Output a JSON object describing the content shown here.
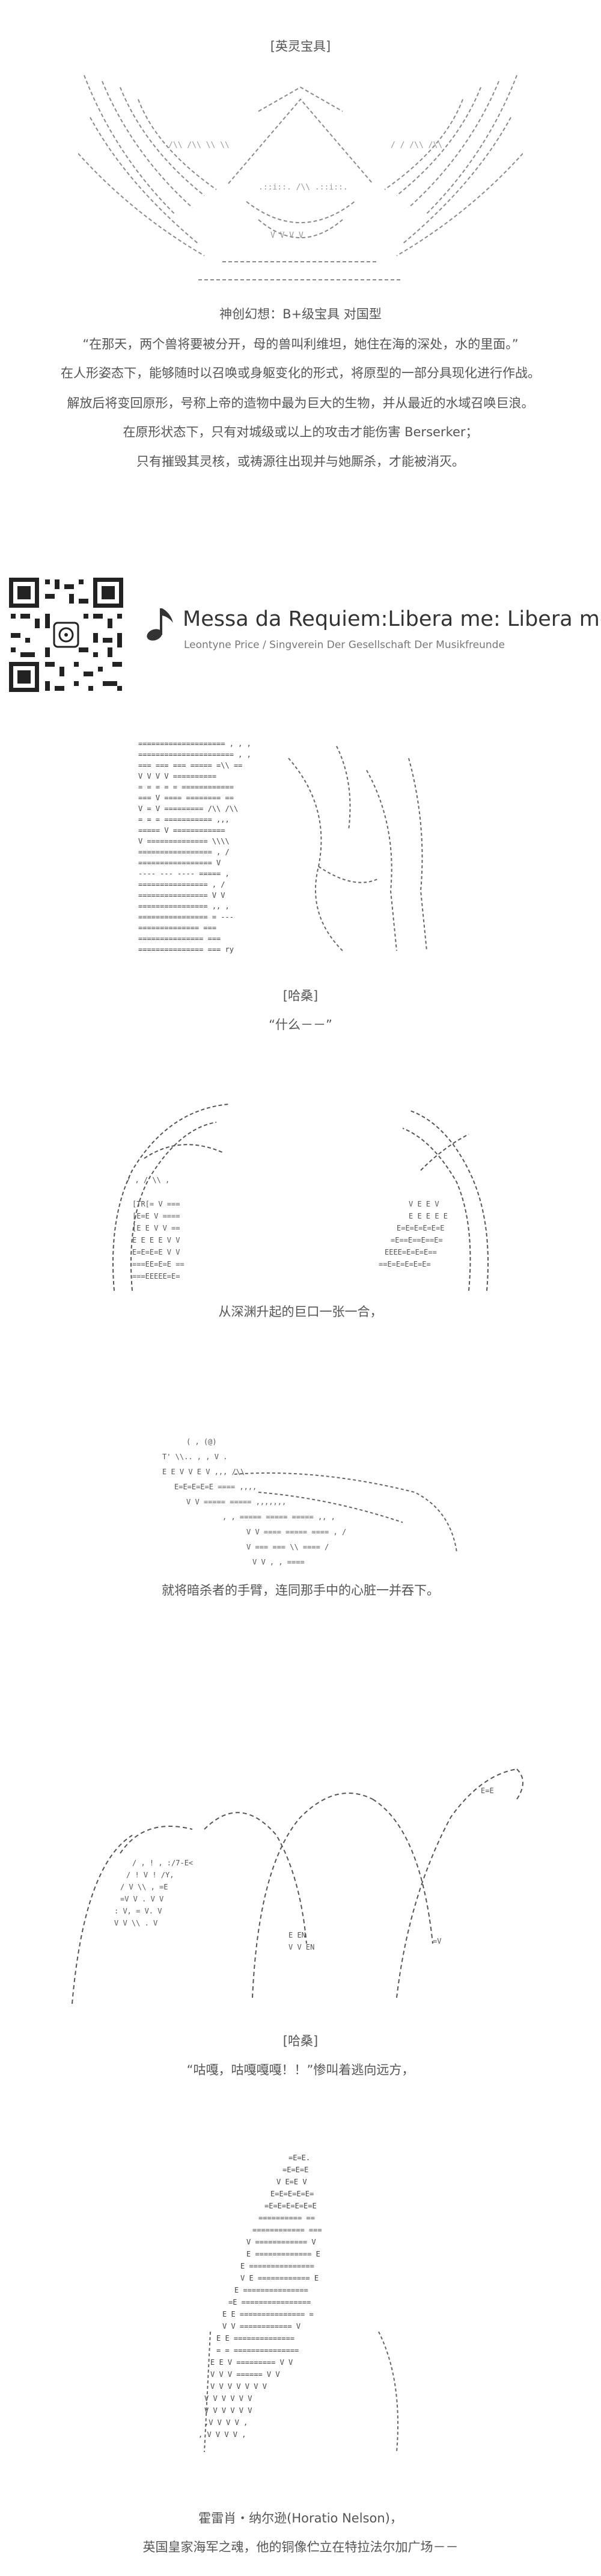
{
  "noble_phantasm": {
    "header": "[英灵宝具]",
    "name_line": "神创幻想：B+级宝具 对国型",
    "lines": [
      "“在那天，两个兽将要被分开，母的兽叫利维坦，她住在海的深处，水的里面。”",
      "在人形姿态下，能够随时以召唤或身躯变化的形式，将原型的一部分具现化进行作战。",
      "解放后将变回原形，号称上帝的造物中最为巨大的生物，并从最近的水域召唤巨浪。",
      "在原形状态下，只有对城级或以上的攻击才能伤害 Berserker；",
      "只有摧毁其灵核，或祷源往出现并与她厮杀，才能被消灭。"
    ]
  },
  "music": {
    "title": "Messa da Requiem:Libera me: Libera me",
    "artist": "Leontyne Price / Singverein Der Gesellschaft Der Musikfreunde"
  },
  "scene1": {
    "speaker": "[哈桑]",
    "line": "“什么－－”"
  },
  "scene2": {
    "line": "从深渊升起的巨口一张一合，"
  },
  "scene3": {
    "line": "就将暗杀者的手臂，连同那手中的心脏一并吞下。"
  },
  "scene4": {
    "speaker": "[哈桑]",
    "line": "“咕嘎，咕嘎嘎嘎！！”惨叫着逃向远方，"
  },
  "scene5": {
    "line1": "霍雷肖・纳尔逊(Horatio Nelson)，",
    "line2": "英国皇家海军之魂，他的铜像伫立在特拉法尔加广场－－"
  }
}
